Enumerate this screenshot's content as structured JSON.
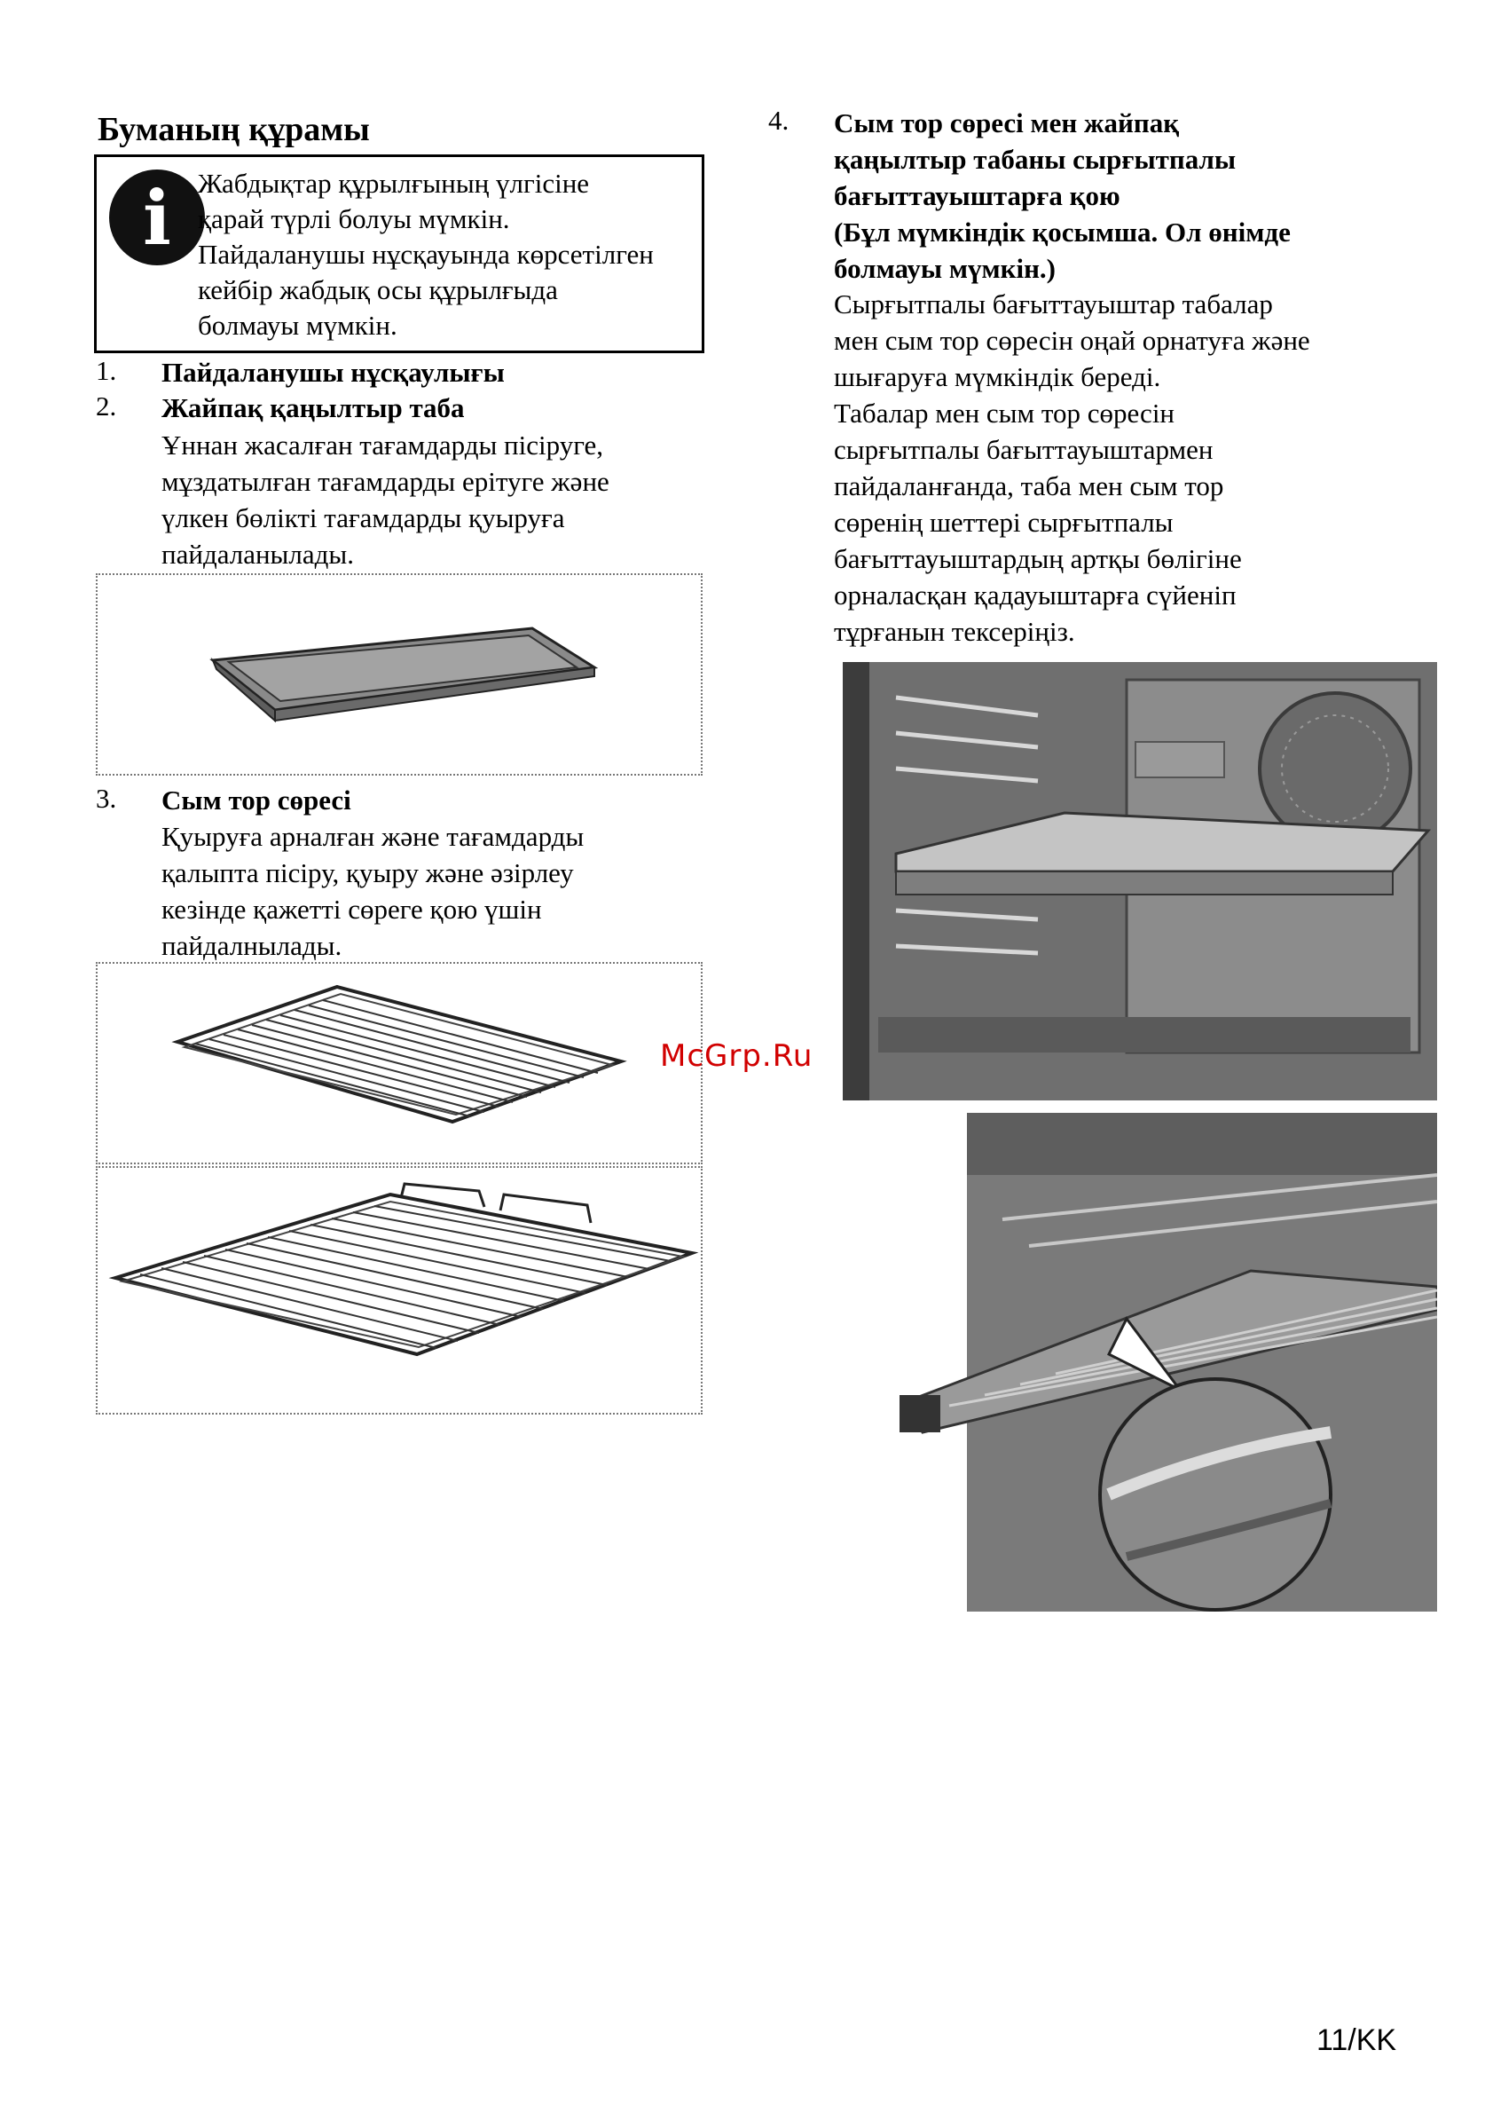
{
  "section_title": "Буманың құрамы",
  "note": {
    "icon": "info-icon",
    "lines": [
      "Жабдықтар құрылғының үлгісіне",
      "қарай түрлі болуы мүмкін.",
      "Пайдаланушы нұсқауында көрсетілген",
      "кейбір жабдық осы құрылғыда",
      "болмауы мүмкін."
    ]
  },
  "items": [
    {
      "num": "1.",
      "title": "Пайдаланушы нұсқаулығы"
    },
    {
      "num": "2.",
      "title": "Жайпақ қаңылтыр таба",
      "body": [
        "Ұннан жасалған тағамдарды пісіруге,",
        "мұздатылған тағамдарды ерітуге және",
        "үлкен бөлікті тағамдарды қуыруға",
        "пайдаланылады."
      ]
    },
    {
      "num": "3.",
      "title": "Сым тор сөресі",
      "body": [
        "Қуыруға арналған және тағамдарды",
        "қалыпта пісіру, қуыру және әзірлеу",
        "кезінде қажетті сөреге қою үшін",
        "пайдалнылады."
      ]
    },
    {
      "num": "4.",
      "title": [
        "Сым тор сөресі мен жайпақ",
        "қаңылтыр табаны сырғытпалы",
        "бағыттауыштарға қою",
        "(Бұл мүмкіндік қосымша. Ол өнімде",
        "болмауы мүмкін.)"
      ],
      "body": [
        "Сырғытпалы бағыттауыштар табалар",
        "мен сым тор сөресін оңай орнатуға және",
        "шығаруға мүмкіндік береді.",
        "Табалар мен сым тор сөресін",
        "сырғытпалы бағыттауыштармен",
        "пайдаланғанда, таба мен сым тор",
        "сөренің шеттері сырғытпалы",
        "бағыттауыштардың артқы бөлігіне",
        "орналасқан қадауыштарға сүйеніп",
        "тұрғанын тексеріңіз."
      ]
    }
  ],
  "watermark": "McGrp.Ru",
  "page_number": "11/KK"
}
